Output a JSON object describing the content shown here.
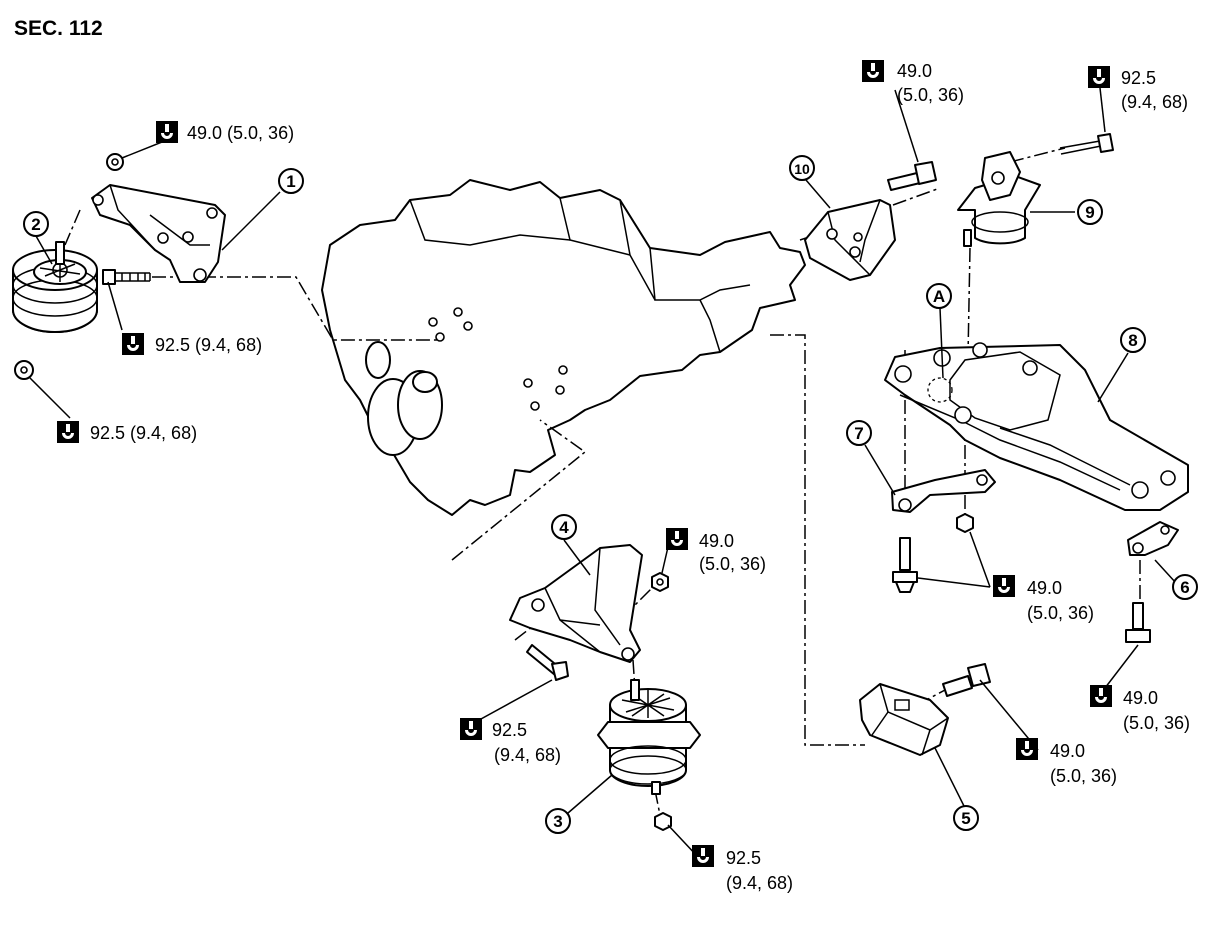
{
  "section_label": "SEC. 112",
  "callouts": [
    "1",
    "2",
    "3",
    "4",
    "5",
    "6",
    "7",
    "8",
    "9",
    "10"
  ],
  "view_letter": "A",
  "torque_icon": "torque-wrench-icon",
  "torques": [
    {
      "line1": "49.0 (5.0, 36)",
      "line2": ""
    },
    {
      "line1": "92.5 (9.4, 68)",
      "line2": ""
    },
    {
      "line1": "92.5 (9.4, 68)",
      "line2": ""
    },
    {
      "line1": "49.0",
      "line2": "(5.0, 36)"
    },
    {
      "line1": "92.5",
      "line2": "(9.4, 68)"
    },
    {
      "line1": "49.0",
      "line2": "(5.0, 36)"
    },
    {
      "line1": "92.5",
      "line2": "(9.4, 68)"
    },
    {
      "line1": "92.5",
      "line2": "(9.4, 68)"
    },
    {
      "line1": "49.0",
      "line2": "(5.0, 36)"
    },
    {
      "line1": "49.0",
      "line2": "(5.0, 36)"
    },
    {
      "line1": "49.0",
      "line2": "(5.0, 36)"
    }
  ]
}
